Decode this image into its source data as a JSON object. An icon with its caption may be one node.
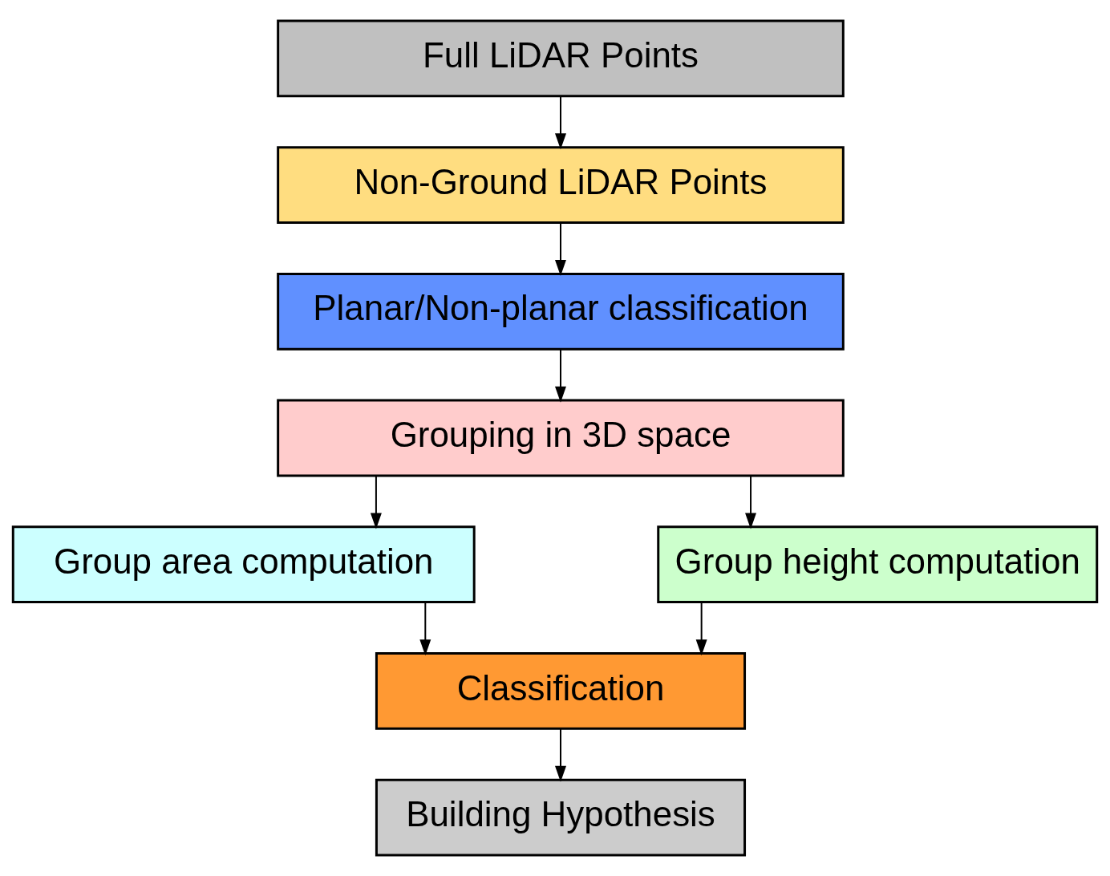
{
  "diagram": {
    "nodes": [
      {
        "text": [
          "Full LiDAR Points"
        ]
      },
      {
        "text": [
          "Non-Ground LiDAR Points"
        ]
      },
      {
        "text": [
          "Planar/Non-planar classification"
        ]
      },
      {
        "text": [
          "Grouping in 3D space"
        ]
      },
      {
        "text": [
          "Group area computation"
        ]
      },
      {
        "text": [
          "Group height computation"
        ]
      },
      {
        "text": [
          "Classification"
        ]
      },
      {
        "text": [
          "Building Hypothesis"
        ]
      }
    ],
    "edges": [
      {
        "from": 0,
        "to": 1,
        "arrow": "to"
      },
      {
        "from": 1,
        "to": 2,
        "arrow": "to"
      },
      {
        "from": 2,
        "to": 3,
        "arrow": "to"
      },
      {
        "from": 3,
        "to": 4,
        "arrow": "to"
      },
      {
        "from": 3,
        "to": 5,
        "arrow": "to"
      },
      {
        "from": 4,
        "to": 6,
        "arrow": "to"
      },
      {
        "from": 5,
        "to": 6,
        "arrow": "to"
      },
      {
        "from": 6,
        "to": 7,
        "arrow": "to"
      }
    ]
  }
}
